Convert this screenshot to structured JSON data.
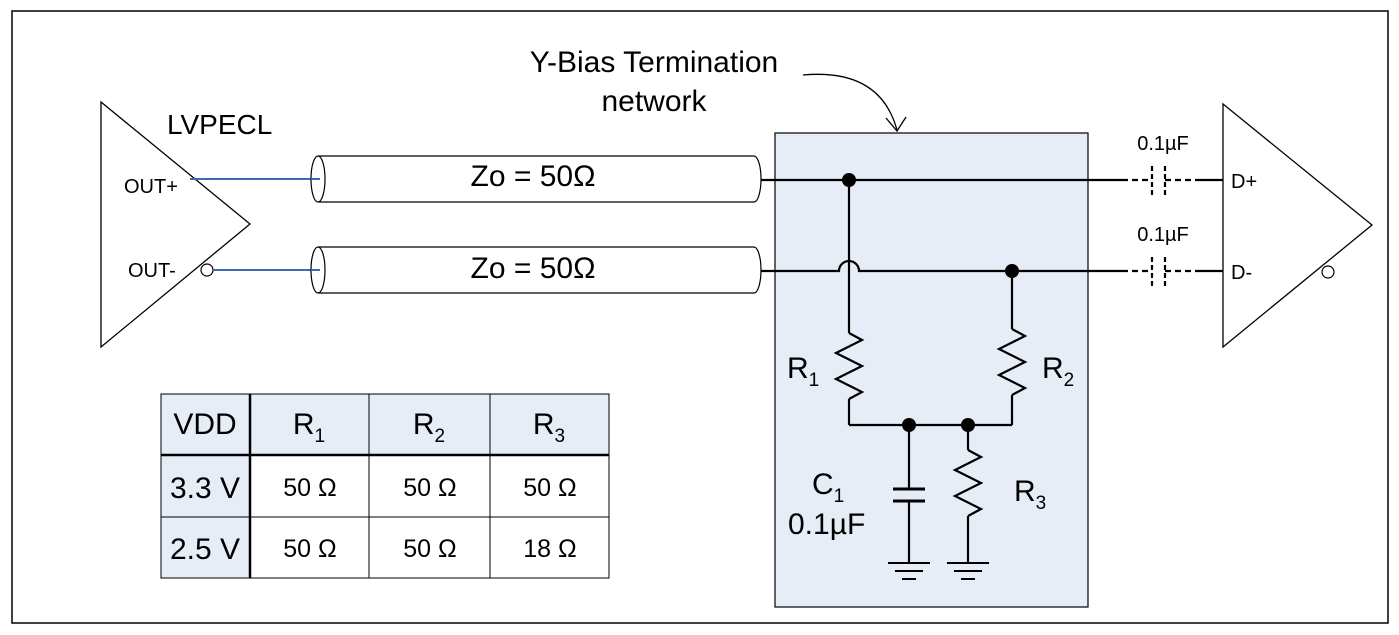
{
  "annotation": {
    "line1": "Y-Bias Termination",
    "line2": "network"
  },
  "driver": {
    "name": "LVPECL",
    "out_pos": "OUT+",
    "out_neg": "OUT-"
  },
  "lines": [
    {
      "label": "Zo = 50Ω"
    },
    {
      "label": "Zo = 50Ω"
    }
  ],
  "caps": [
    {
      "value": "0.1µF"
    },
    {
      "value": "0.1µF"
    }
  ],
  "receiver": {
    "in_pos": "D+",
    "in_neg": "D-"
  },
  "network": {
    "r1": {
      "base": "R",
      "sub": "1"
    },
    "r2": {
      "base": "R",
      "sub": "2"
    },
    "r3": {
      "base": "R",
      "sub": "3"
    },
    "c1": {
      "base": "C",
      "sub": "1",
      "value": "0.1µF"
    }
  },
  "table": {
    "headers": [
      {
        "base": "VDD",
        "sub": ""
      },
      {
        "base": "R",
        "sub": "1"
      },
      {
        "base": "R",
        "sub": "2"
      },
      {
        "base": "R",
        "sub": "3"
      }
    ],
    "rows": [
      [
        "3.3 V",
        "50 Ω",
        "50 Ω",
        "50 Ω"
      ],
      [
        "2.5 V",
        "50 Ω",
        "50 Ω",
        "18 Ω"
      ]
    ]
  },
  "colors": {
    "panel_fill": "#e6edf7",
    "header_fill": "#e6edf7",
    "signal_blue": "#3d6ab0"
  }
}
